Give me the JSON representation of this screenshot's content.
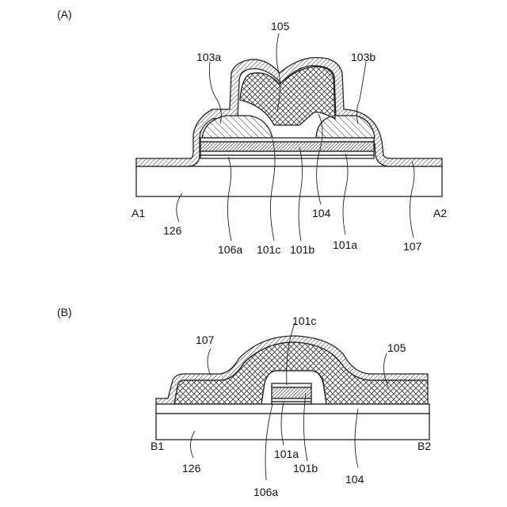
{
  "panel_a": {
    "label": "(A)",
    "refs": {
      "r105": "105",
      "r103a": "103a",
      "r103b": "103b",
      "r104": "104",
      "r101a": "101a",
      "r101b": "101b",
      "r101c": "101c",
      "r106a": "106a",
      "r107": "107",
      "r126": "126",
      "a1": "A1",
      "a2": "A2"
    }
  },
  "panel_b": {
    "label": "(B)",
    "refs": {
      "r101c": "101c",
      "r107": "107",
      "r105": "105",
      "r126": "126",
      "r101a": "101a",
      "r101b": "101b",
      "r106a": "106a",
      "r104": "104",
      "b1": "B1",
      "b2": "B2"
    }
  }
}
